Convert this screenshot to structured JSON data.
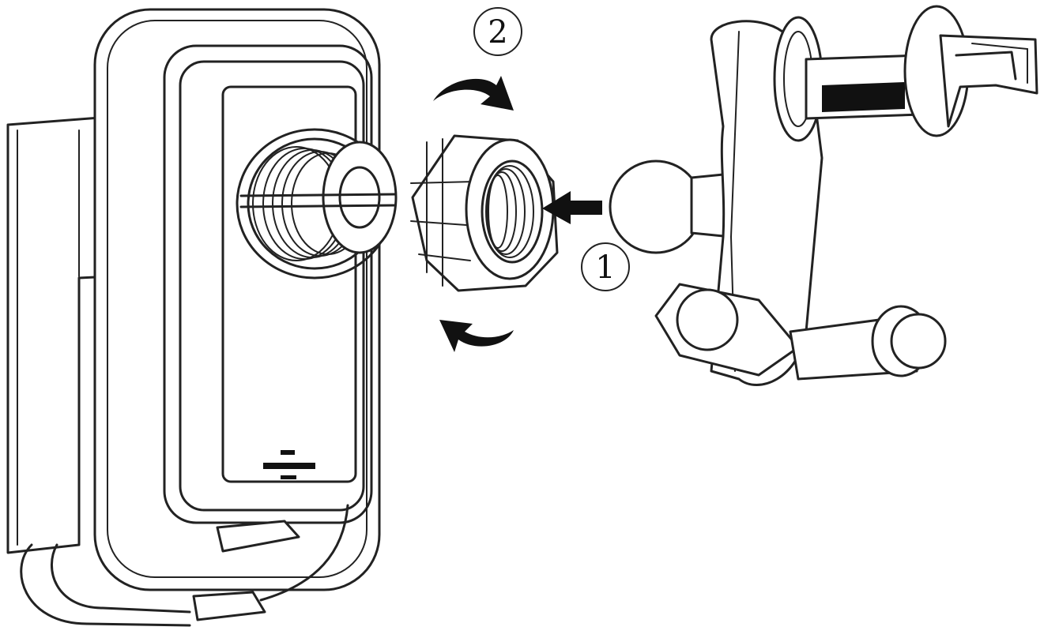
{
  "steps": [
    {
      "number": "1",
      "label": "①"
    },
    {
      "number": "2",
      "label": "②"
    }
  ],
  "colors": {
    "line": "#222222",
    "background": "#ffffff"
  },
  "icons": {
    "push_arrow": "arrow-left-icon",
    "rotate_arrows": "rotate-arrow-icon"
  }
}
